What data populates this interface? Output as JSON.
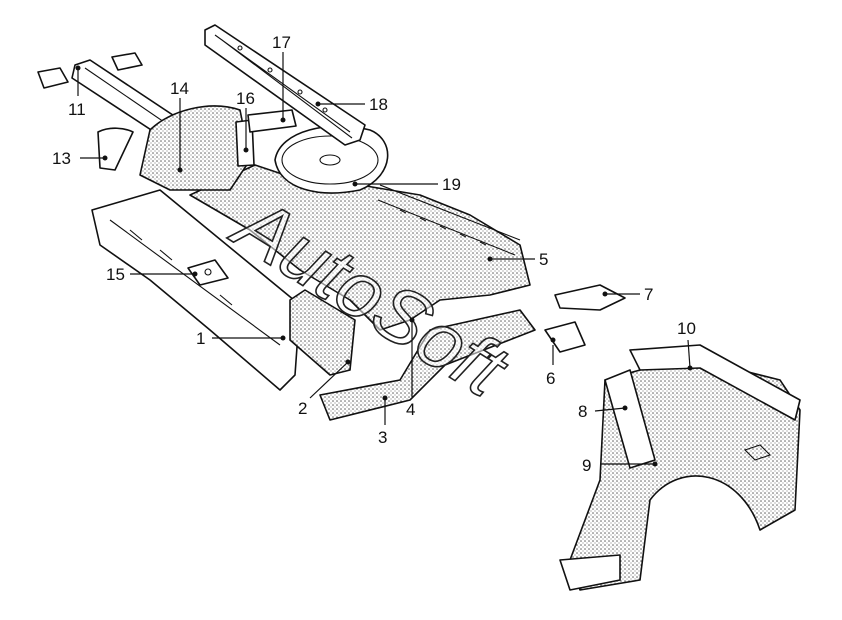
{
  "watermark": "AutoSoft",
  "callouts": [
    {
      "label": "1"
    },
    {
      "label": "2"
    },
    {
      "label": "3"
    },
    {
      "label": "4"
    },
    {
      "label": "5"
    },
    {
      "label": "6"
    },
    {
      "label": "7"
    },
    {
      "label": "8"
    },
    {
      "label": "9"
    },
    {
      "label": "10"
    },
    {
      "label": "11"
    },
    {
      "label": "13"
    },
    {
      "label": "14"
    },
    {
      "label": "15"
    },
    {
      "label": "16"
    },
    {
      "label": "17"
    },
    {
      "label": "18"
    },
    {
      "label": "19"
    }
  ]
}
